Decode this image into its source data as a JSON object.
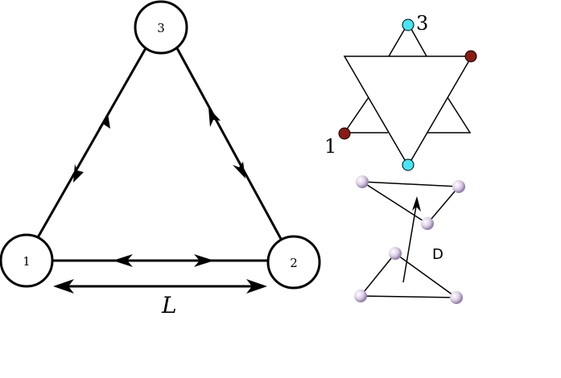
{
  "left_diagram": {
    "nodes": [
      {
        "id": "node-1",
        "label": "1"
      },
      {
        "id": "node-2",
        "label": "2"
      },
      {
        "id": "node-3",
        "label": "3"
      }
    ],
    "length_label": "L"
  },
  "right_top_diagram": {
    "label_three": "3",
    "label_one": "1",
    "dark_node_color": "#8b1a13",
    "light_node_color": "#45e6f4"
  },
  "right_bottom_diagram": {
    "label_d": "D",
    "sphere_color": "#d8c0d8"
  }
}
